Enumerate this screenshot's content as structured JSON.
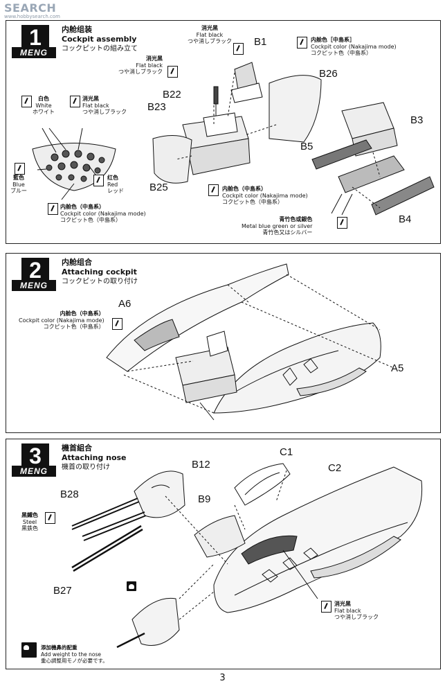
{
  "watermark": "SEARCH",
  "watermark_sub": "www.hobbysearch.com",
  "page_number": "3",
  "steps": [
    {
      "number": "1",
      "brand": "MENG",
      "title_zh": "内舱组装",
      "title_en": "Cockpit assembly",
      "title_ja": "コックピットの組み立て",
      "parts": [
        "B1",
        "B26",
        "B22",
        "B23",
        "B25",
        "B3",
        "B5",
        "B4"
      ],
      "callouts": {
        "flat_black_top": {
          "zh": "消光黑",
          "en": "Flat black",
          "ja": "つや消しブラック"
        },
        "flat_black_b22": {
          "zh": "消光黑",
          "en": "Flat black",
          "ja": "つや消しブラック"
        },
        "cockpit_b26": {
          "zh": "内舱色［中島系］",
          "en": "Cockpit color (Nakajima mode)",
          "ja": "コクピット色（中島系）"
        },
        "white": {
          "zh": "白色",
          "en": "White",
          "ja": "ホワイト"
        },
        "flat_black_panel": {
          "zh": "消光黑",
          "en": "Flat black",
          "ja": "つや消しブラック"
        },
        "blue": {
          "zh": "藍色",
          "en": "Blue",
          "ja": "ブルー"
        },
        "red": {
          "zh": "红色",
          "en": "Red",
          "ja": "レッド"
        },
        "cockpit_panel": {
          "zh": "内舱色（中島系）",
          "en": "Cockpit color (Nakajima mode)",
          "ja": "コクピット色（中島系）"
        },
        "cockpit_floor": {
          "zh": "内舱色（中島系）",
          "en": "Cockpit color (Nakajima mode)",
          "ja": "コクピット色（中島系）"
        },
        "metal_blue": {
          "zh": "青竹色或銀色",
          "en": "Metal blue green or silver",
          "ja": "青竹色又はシルバー"
        }
      }
    },
    {
      "number": "2",
      "brand": "MENG",
      "title_zh": "内舱组合",
      "title_en": "Attaching cockpit",
      "title_ja": "コックピットの取り付け",
      "parts": [
        "A6",
        "A5"
      ],
      "callouts": {
        "cockpit": {
          "zh": "内舱色（中島系）",
          "en": "Cockpit color (Nakajima mode)",
          "ja": "コクピット色（中島系）"
        }
      }
    },
    {
      "number": "3",
      "brand": "MENG",
      "title_zh": "機首組合",
      "title_en": "Attaching nose",
      "title_ja": "機首の取り付け",
      "parts": [
        "C1",
        "C2",
        "B12",
        "B28",
        "B9",
        "B27"
      ],
      "callouts": {
        "steel": {
          "zh": "黑鐵色",
          "en": "Steel",
          "ja": "黒鉄色"
        },
        "flat_black": {
          "zh": "消光黑",
          "en": "Flat black",
          "ja": "つや消しブラック"
        },
        "weight_zh": "添加機鼻的配重",
        "weight_en": "Add weight to the nose",
        "weight_ja": "重心調整用モノが必要です。"
      }
    }
  ]
}
